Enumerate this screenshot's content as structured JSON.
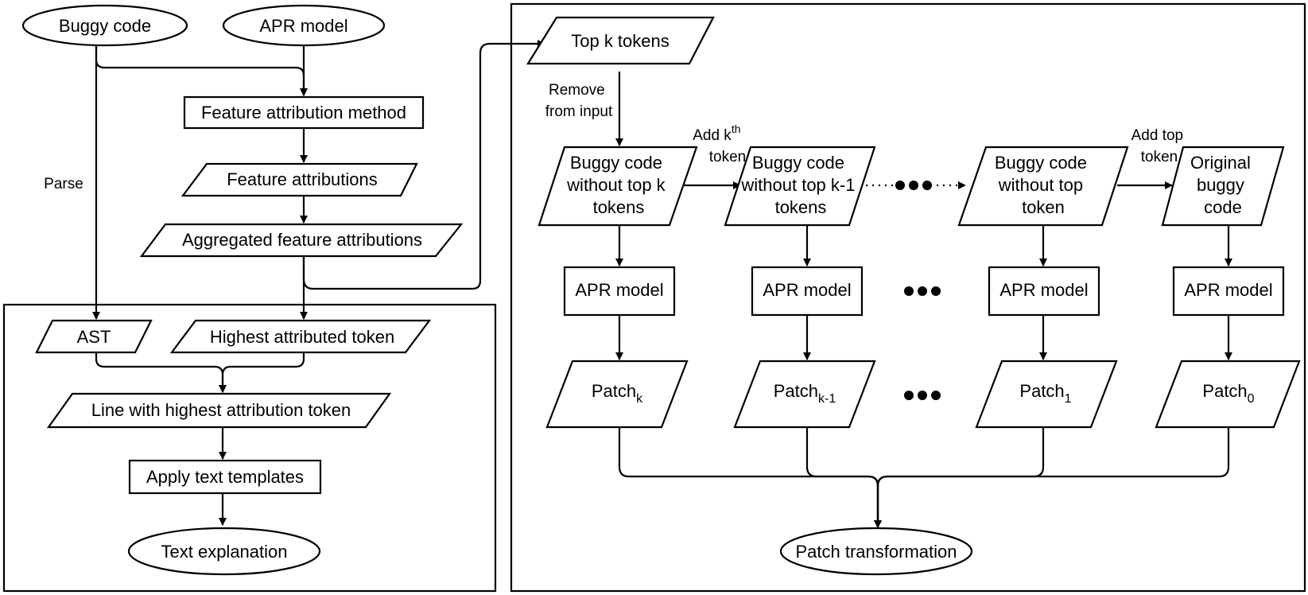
{
  "nodes": {
    "buggy_code": "Buggy code",
    "apr_model_top": "APR model",
    "feature_attribution_method": "Feature attribution method",
    "feature_attributions": "Feature attributions",
    "aggregated_feature_attributions": "Aggregated feature attributions",
    "ast": "AST",
    "highest_attributed_token": "Highest attributed token",
    "line_with_highest_attribution_token": "Line with highest attribution token",
    "apply_text_templates": "Apply text templates",
    "text_explanation": "Text explanation",
    "top_k_tokens": "Top k tokens",
    "buggy_without_k": [
      "Buggy code",
      "without top k",
      "tokens"
    ],
    "buggy_without_k1": [
      "Buggy code",
      "without top k-1",
      "tokens"
    ],
    "buggy_without_top": [
      "Buggy code",
      "without top",
      "token"
    ],
    "original_buggy": [
      "Original",
      "buggy",
      "code"
    ],
    "apr_model": "APR model",
    "patch_base": "Patch",
    "patch_subscripts": [
      "k",
      "k-1",
      "1",
      "0"
    ],
    "patch_transformation": "Patch transformation"
  },
  "edge_labels": {
    "parse": "Parse",
    "remove_from_input": [
      "Remove",
      "from input"
    ],
    "add_kth_token": {
      "prefix": "Add k",
      "superscript": "th",
      "line2": "token"
    },
    "add_top_token": [
      "Add top",
      "token"
    ]
  }
}
